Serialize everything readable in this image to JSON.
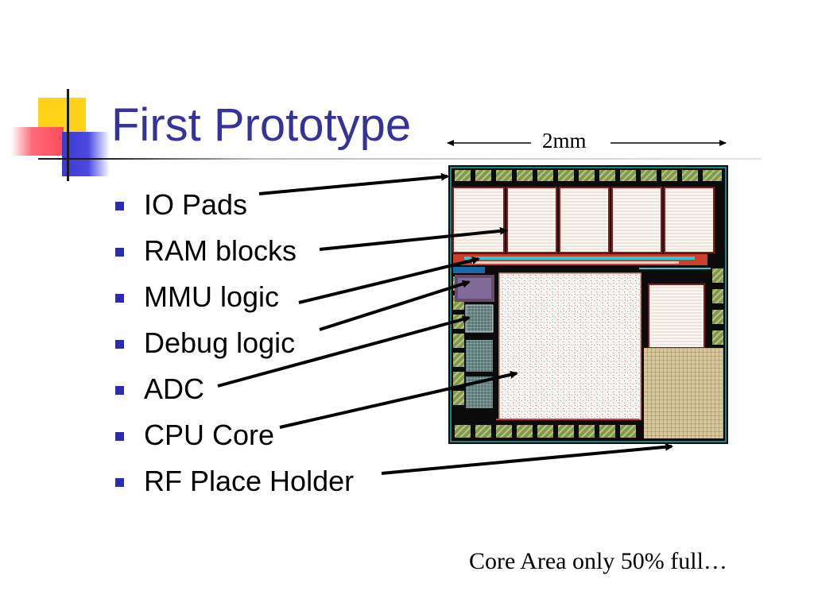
{
  "slide": {
    "title": "First Prototype",
    "scale_label": "2mm",
    "bullets": [
      "IO Pads",
      "RAM blocks",
      "MMU logic",
      "Debug logic",
      "ADC",
      "CPU Core",
      "RF Place Holder"
    ],
    "footnote": "Core Area only 50% full…",
    "colors": {
      "title": "#33339a",
      "bullet_marker": "#2b2bb5",
      "accent_yellow": "#ffd21a",
      "accent_blue": "#3a3ad0",
      "accent_red": "#ff5a6a"
    }
  }
}
